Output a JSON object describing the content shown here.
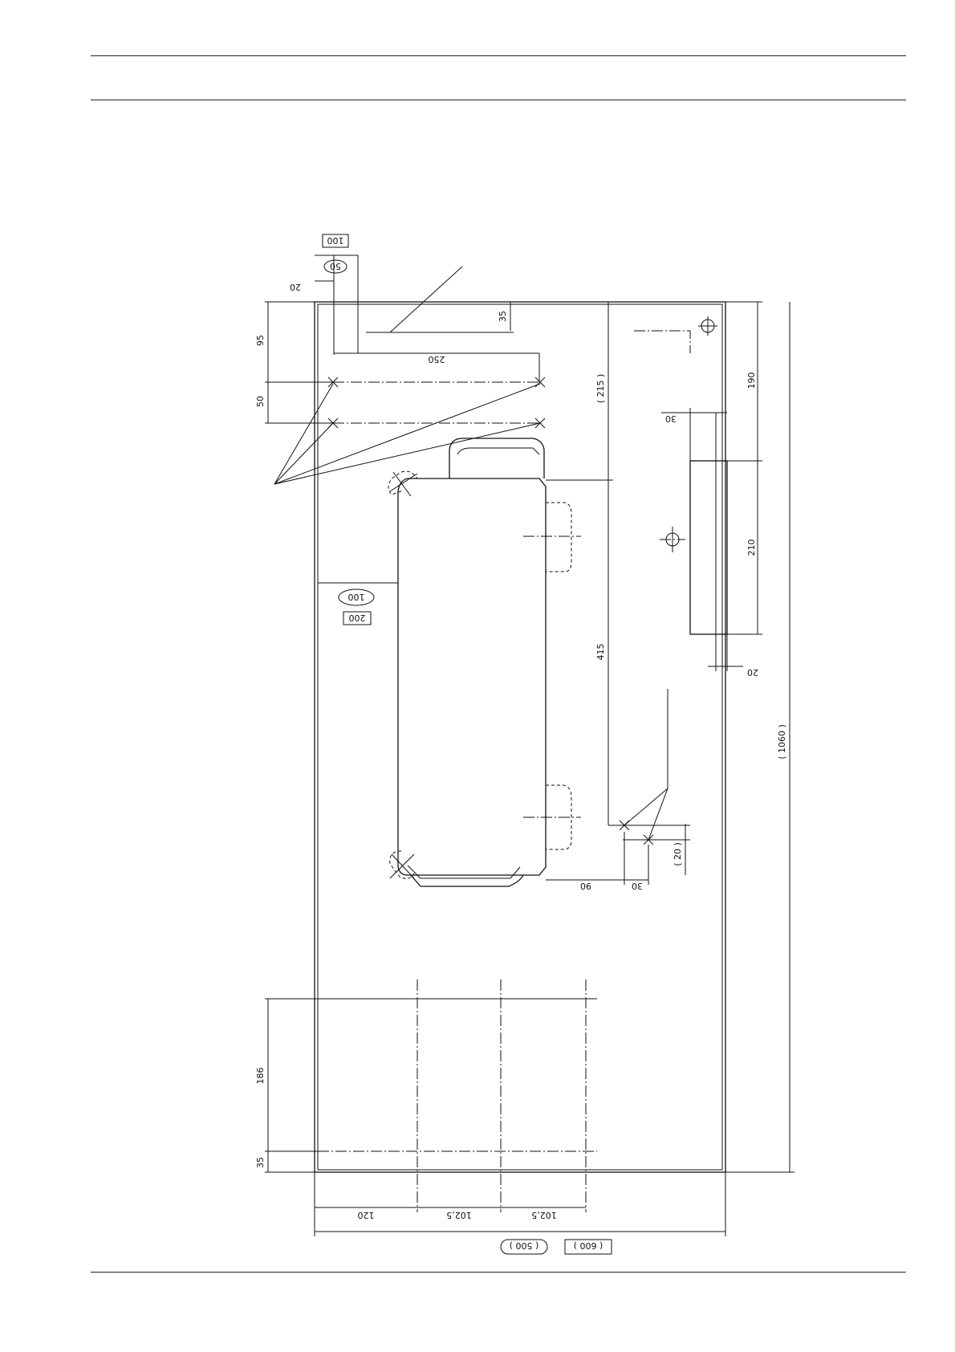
{
  "dimensions": {
    "d_100_top_box": "100",
    "d_50_top_oval": "50",
    "d_20_top": "20",
    "d_35": "35",
    "d_250": "250",
    "d_95": "95",
    "d_50_left": "50",
    "d_215": "( 215 )",
    "d_190": "190",
    "d_30_a": "30",
    "d_210": "210",
    "d_100_oval": "100",
    "d_200_box": "200",
    "d_415": "415",
    "d_20_right": "20",
    "d_1060": "( 1060 )",
    "d_20_paren": "( 20 )",
    "d_90": "90",
    "d_30_b": "30",
    "d_186": "186",
    "d_35_bottom": "35",
    "d_120": "120",
    "d_102_5_a": "102,5",
    "d_102_5_b": "102,5",
    "d_500": "( 500 )",
    "d_600": "( 600 )"
  }
}
